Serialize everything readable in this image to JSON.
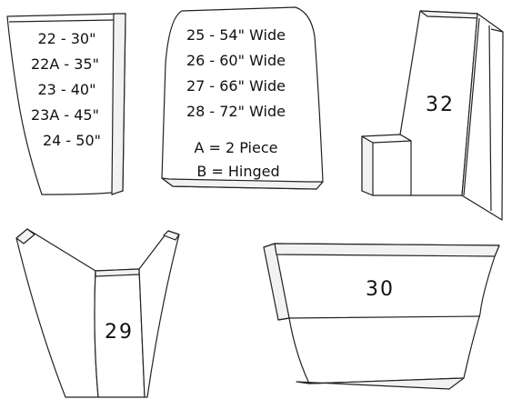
{
  "panels": {
    "tall_seat": {
      "lines": [
        "22 - 30\"",
        "22A - 35\"",
        "23 - 40\"",
        "23A - 45\"",
        "24 - 50\""
      ]
    },
    "round_top": {
      "widths": [
        "25 - 54\" Wide",
        "26 - 60\" Wide",
        "27 - 66\" Wide",
        "28 - 72\" Wide"
      ],
      "notes": [
        "A = 2 Piece",
        "B = Hinged"
      ]
    },
    "corner_unit": {
      "number": "32"
    },
    "wing_unit": {
      "number": "29"
    },
    "bench_unit": {
      "number": "30"
    }
  }
}
